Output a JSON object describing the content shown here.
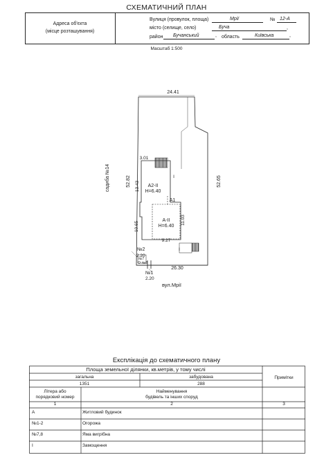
{
  "header": {
    "title": "СХЕМАТИЧНИЙ ПЛАН",
    "address_label_line1": "Адреса об'єкта",
    "address_label_line2": "(місце розташування)",
    "street_label": "Вулиця (провулок, площа)",
    "street_value": "Мрії",
    "number_label": "№",
    "number_value": "12-А",
    "city_label": "місто (селище, село)",
    "city_value": "Буча",
    "district_label": "район",
    "district_value": "Бучанський",
    "region_label": "область",
    "region_value": "Київська",
    "comma": ","
  },
  "scale": "Масштаб 1:500",
  "plan": {
    "top_width": "24.41",
    "left_length": "52.82",
    "right_length": "52.65",
    "left_neighbor": "садиба №14",
    "bottom_width": "26.30",
    "street": "вул.Мрії",
    "dim_301": "3.01",
    "dim_1343": "13.43",
    "dim_1065": "10.65",
    "dim_1103": "11.03",
    "dim_927": "9.27",
    "dim_220a": "2.20",
    "dim_220b": "2.20",
    "label_a1": "А1",
    "label_a2": "А2-ІІ",
    "label_a2h": "Н=6.40",
    "label_a": "А-ІІ",
    "label_ah": "Н=6.40",
    "label_n2": "№2",
    "label_n1": "№1",
    "label_n7": "№7",
    "label_o": "О",
    "label_n8": "№8",
    "label_i": "І"
  },
  "table": {
    "title": "Експлікація до схематичного плану",
    "area_header": "Площа земельної ділянки, кв.метрів, у тому числі",
    "notes_header": "Примітки",
    "total_label": "загальна",
    "built_label": "забудована",
    "total_value": "1351",
    "built_value": "288",
    "letter_header_1": "Літера або",
    "letter_header_2": "порядковий номер",
    "name_header_1": "Найменування",
    "name_header_2": "будівель та інших споруд",
    "col1": "1",
    "col2": "2",
    "col3": "3",
    "rows": [
      {
        "code": "А",
        "name": "Житловий будинок"
      },
      {
        "code": "№1-2",
        "name": "Огорожа"
      },
      {
        "code": "№7,8",
        "name": "Яма вигрібна"
      },
      {
        "code": "І",
        "name": "Замощення"
      }
    ]
  }
}
